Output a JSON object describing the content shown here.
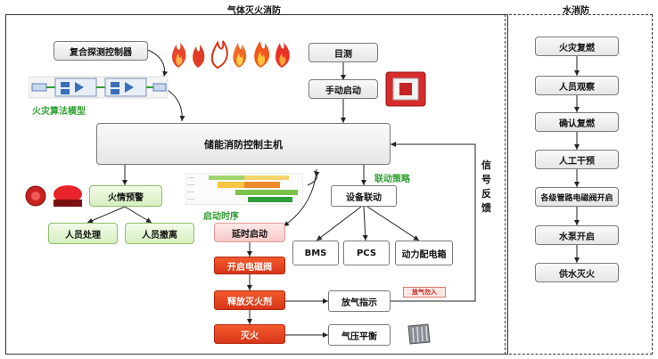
{
  "gas": {
    "title": "气体灭火消防",
    "composite_detector": "复合探测控制器",
    "algorithm_label": "火灾算法模型",
    "host": "储能消防控制主机",
    "visual_check": "目测",
    "manual_start": "手动启动",
    "linkage_strategy": "联动策略",
    "device_linkage": "设备联动",
    "fire_alarm": "火情预警",
    "personnel_handling": "人员处理",
    "personnel_evacuation": "人员撤离",
    "start_sequence": "启动时序",
    "delay_start": "延时启动",
    "open_solenoid": "开启电磁阀",
    "release_agent": "释放灭火剂",
    "extinguish": "灭火",
    "discharge_indicator": "放气指示",
    "no_entry": "放气勿入",
    "pressure_balance": "气压平衡",
    "bms": "BMS",
    "pcs": "PCS",
    "power_distribution": "动力配电箱",
    "signal_feedback": "信号反馈"
  },
  "water": {
    "title": "水消防",
    "steps": [
      "火灾复燃",
      "人员观察",
      "确认复燃",
      "人工干预",
      "各级管路电磁阀开启",
      "水泵开启",
      "供水灭火"
    ]
  },
  "colors": {
    "green_text": "#2fa02f",
    "red_box": "#e04020",
    "panel_border": "#333333"
  },
  "icons": [
    "flame-icon",
    "siren-icon",
    "manual-call-point-icon",
    "neural-network-diagram",
    "timeline-chart",
    "pressure-vent-icon"
  ]
}
